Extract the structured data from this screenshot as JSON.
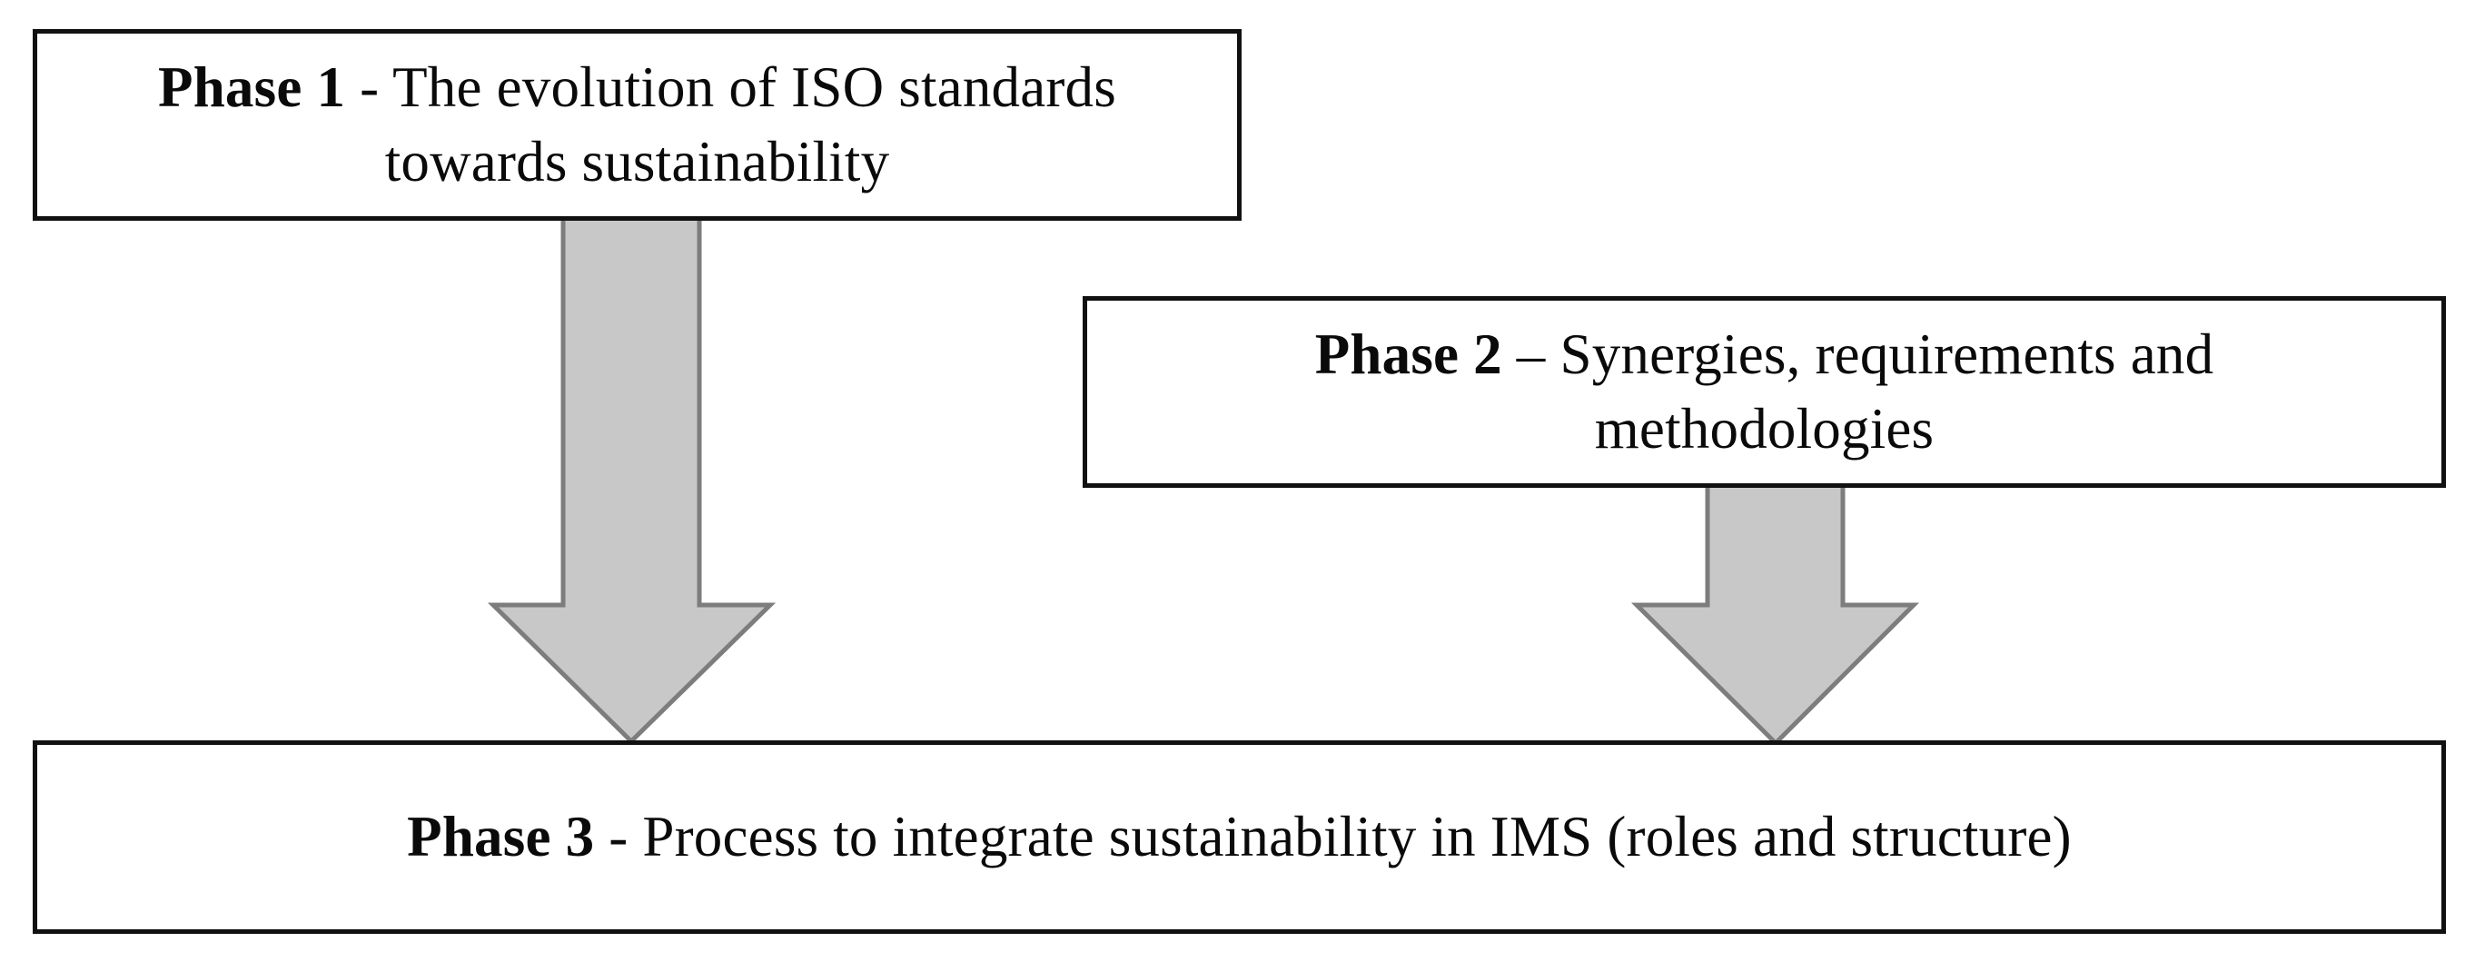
{
  "figure": {
    "type": "flowchart",
    "orientation": "top-to-bottom",
    "background_color": "#ffffff",
    "box_border_color": "#111111",
    "arrow_fill_color": "#c8c8c8",
    "arrow_stroke_color": "#7d7d7d",
    "text_color": "#0a0a0a"
  },
  "nodes": [
    {
      "id": "phase1",
      "label": "Phase 1",
      "separator": " - ",
      "description": "The evolution of ISO standards towards sustainability",
      "full_text": "Phase 1 - The evolution of ISO standards towards sustainability",
      "lines": [
        "Phase 1 - The evolution of ISO",
        "standards towards sustainability"
      ]
    },
    {
      "id": "phase2",
      "label": "Phase 2",
      "separator": " – ",
      "description": "Synergies, requirements and methodologies",
      "full_text": "Phase 2 – Synergies, requirements and methodologies",
      "lines": [
        "Phase 2 – Synergies, requirements and",
        "methodologies"
      ]
    },
    {
      "id": "phase3",
      "label": "Phase 3",
      "separator": " - ",
      "description": "Process to integrate sustainability in IMS (roles and structure)",
      "full_text": "Phase 3 - Process to integrate sustainability in IMS (roles and structure)",
      "lines": [
        "Phase 3 - Process to integrate sustainability in IMS",
        "(roles and structure)"
      ]
    }
  ],
  "edges": [
    {
      "id": "arrow-1-2",
      "from": "phase1",
      "to": "phase3",
      "shape": "down-arrow"
    },
    {
      "id": "arrow-2-3",
      "from": "phase2",
      "to": "phase3",
      "shape": "down-arrow"
    }
  ]
}
